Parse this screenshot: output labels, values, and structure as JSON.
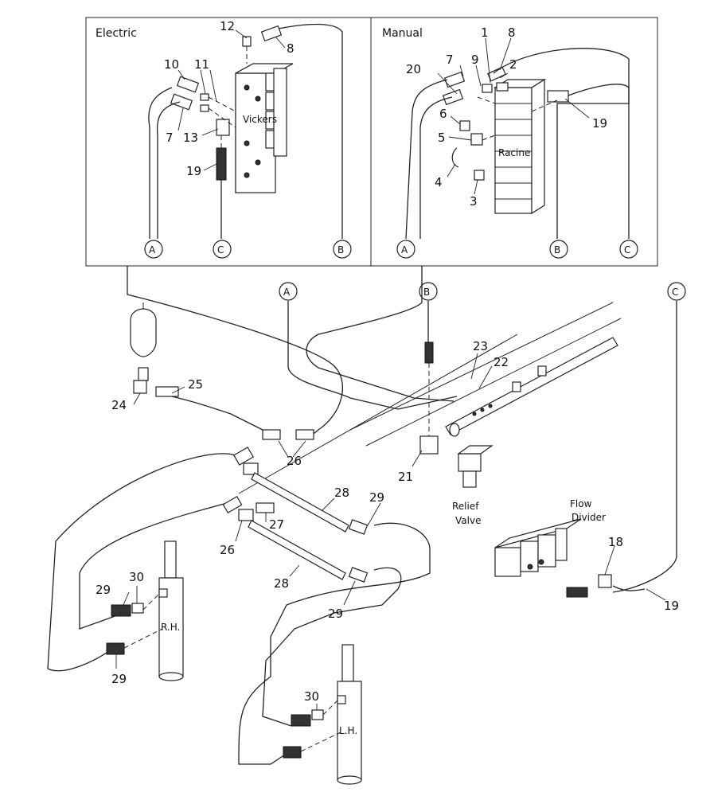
{
  "panels": {
    "electric_title": "Electric",
    "manual_title": "Manual"
  },
  "component_labels": {
    "vickers": "Vickers",
    "racine": "Racine",
    "relief_valve_line1": "Relief",
    "relief_valve_line2": "Valve",
    "flow_divider_line1": "Flow",
    "flow_divider_line2": "Divider",
    "rh_cylinder": "R.H.",
    "lh_cylinder": "L.H."
  },
  "connectors": {
    "a": "A",
    "b": "B",
    "c": "C"
  },
  "callouts": {
    "electric": [
      "12",
      "8",
      "10",
      "11",
      "7",
      "13",
      "19"
    ],
    "manual": [
      "1",
      "8",
      "7",
      "9",
      "2",
      "20",
      "19",
      "6",
      "5",
      "4",
      "3"
    ],
    "lower": [
      "23",
      "22",
      "24",
      "25",
      "26",
      "21",
      "28",
      "29",
      "27",
      "26",
      "28",
      "29",
      "29",
      "30",
      "29",
      "18",
      "19",
      "30"
    ]
  }
}
